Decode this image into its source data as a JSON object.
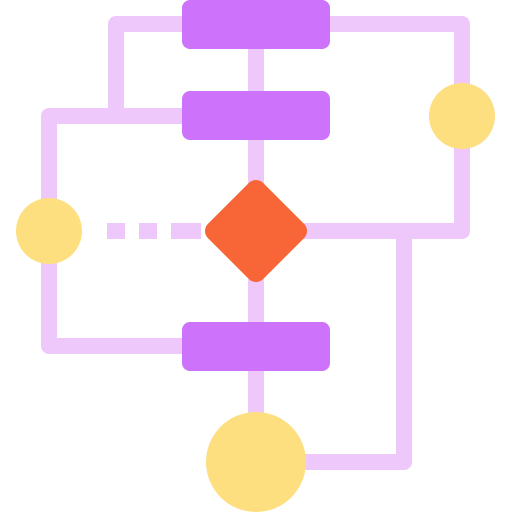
{
  "diagram": {
    "kind": "flowchart-icon",
    "colors": {
      "background": "#ffffff",
      "connector": "#eec8fb",
      "process": "#cd72fb",
      "decision": "#f86536",
      "terminal": "#fddf80"
    },
    "nodes": [
      {
        "id": "process-1",
        "shape": "rounded-rectangle",
        "role": "process"
      },
      {
        "id": "process-2",
        "shape": "rounded-rectangle",
        "role": "process"
      },
      {
        "id": "decision",
        "shape": "diamond",
        "role": "decision"
      },
      {
        "id": "process-3",
        "shape": "rounded-rectangle",
        "role": "process"
      },
      {
        "id": "terminal-right",
        "shape": "circle",
        "role": "terminal"
      },
      {
        "id": "terminal-left",
        "shape": "circle",
        "role": "terminal"
      },
      {
        "id": "terminal-bottom",
        "shape": "circle",
        "role": "terminal"
      }
    ],
    "connectors": [
      {
        "from": "process-1",
        "to": "process-2",
        "style": "solid"
      },
      {
        "from": "process-2",
        "to": "decision",
        "style": "solid"
      },
      {
        "from": "decision",
        "to": "process-3",
        "style": "solid"
      },
      {
        "from": "process-3",
        "to": "terminal-bottom",
        "style": "solid"
      },
      {
        "from": "process-1",
        "to": "process-2",
        "style": "solid",
        "route": "left-loop"
      },
      {
        "from": "process-1",
        "to": "terminal-right",
        "style": "solid"
      },
      {
        "from": "terminal-right",
        "to": "decision",
        "style": "solid"
      },
      {
        "from": "decision",
        "to": "terminal-left",
        "style": "dashed"
      },
      {
        "from": "process-2",
        "to": "process-3",
        "style": "solid",
        "route": "left-loop-via-terminal-left"
      },
      {
        "from": "decision",
        "to": "terminal-bottom",
        "style": "solid",
        "route": "right"
      }
    ]
  }
}
